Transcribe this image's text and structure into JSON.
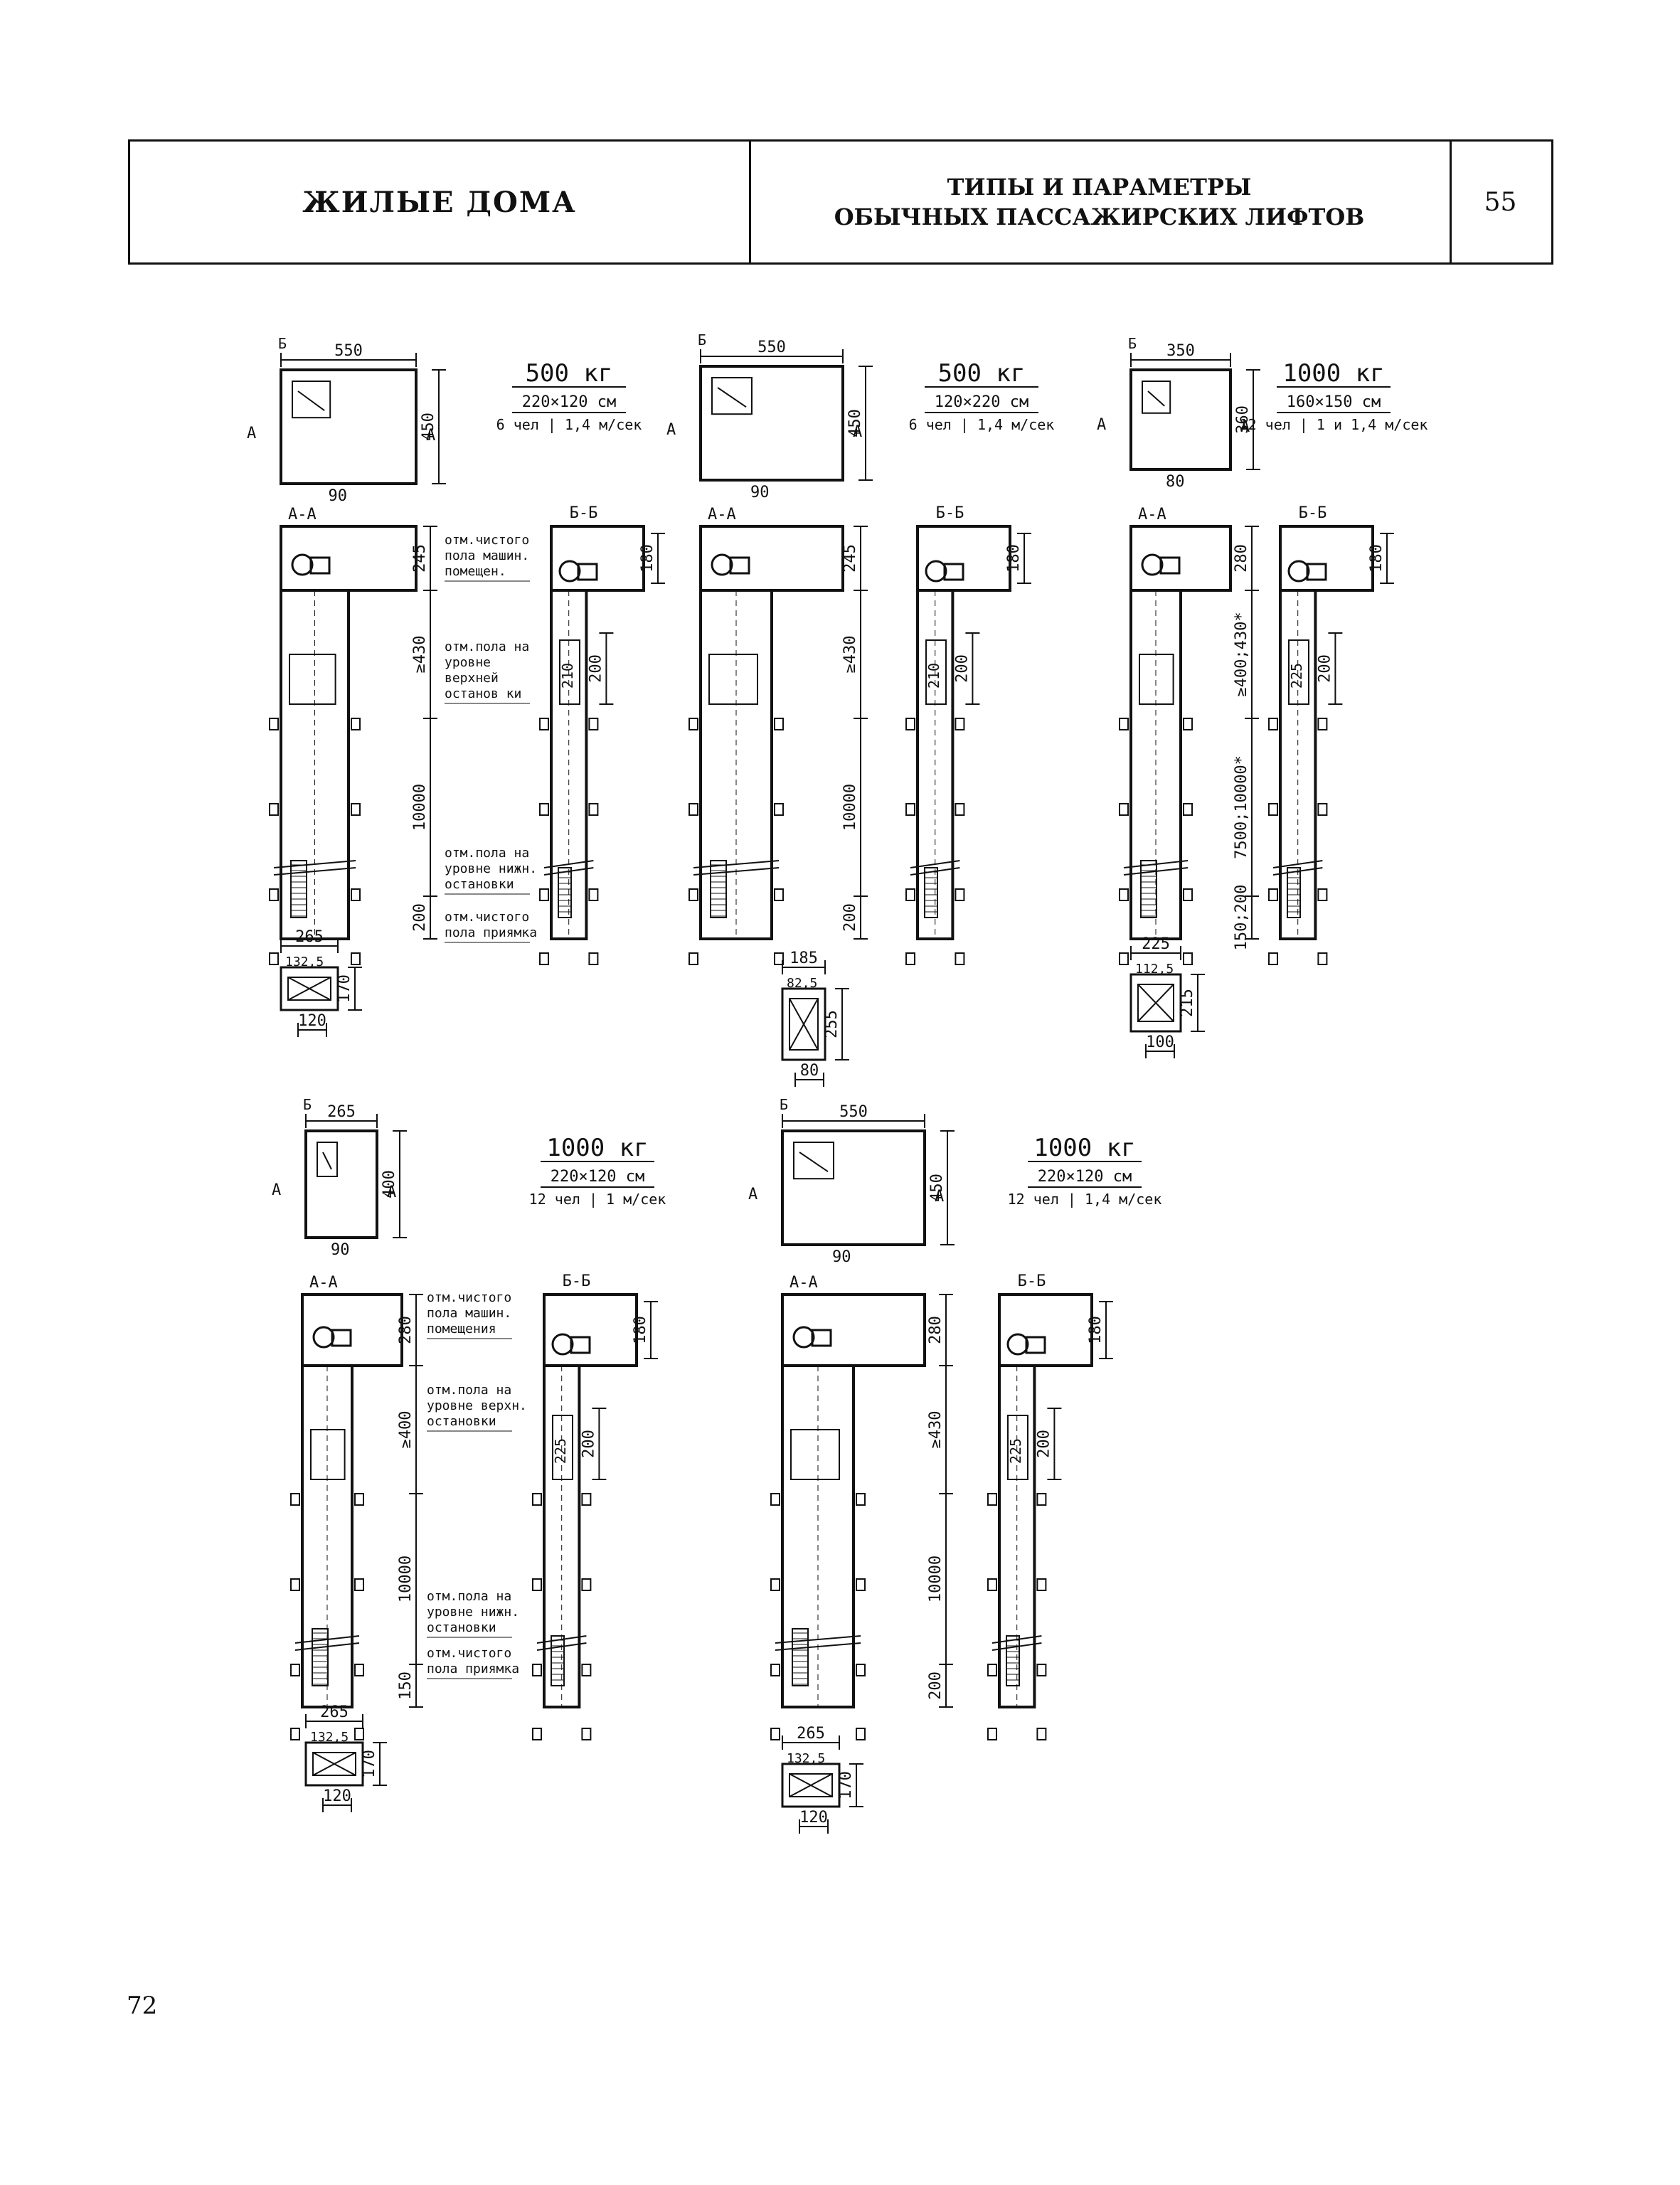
{
  "header": {
    "section": "ЖИЛЫЕ ДОМА",
    "title_line1": "ТИПЫ И ПАРАМЕТРЫ",
    "title_line2": "ОБЫЧНЫХ ПАССАЖИРСКИХ ЛИФТОВ",
    "sheet_number": "55"
  },
  "page_number": "72",
  "lifts": [
    {
      "capacity": "500 кг",
      "cabin": "220×120 см",
      "spec": "6 чел | 1,4 м/сек",
      "plan": {
        "width": "550",
        "depth": "450",
        "offset": "90"
      },
      "section_aa": {
        "label": "А-А",
        "machine_room": "245",
        "top": "≥430",
        "travel": "10000",
        "pit": "200"
      },
      "section_bb": {
        "label": "Б-Б",
        "top": "180",
        "door": "210",
        "door2": "200"
      },
      "car": {
        "width": "265",
        "half": "132,5",
        "depth": "170",
        "door": "120"
      },
      "notes": [
        "отм.чистого пола машин. помещен.",
        "отм.пола на уровне верхней останов ки",
        "отм.пола на уровне нижн. остановки",
        "отм.чистого пола приямка"
      ]
    },
    {
      "capacity": "500 кг",
      "cabin": "120×220 см",
      "spec": "6 чел | 1,4 м/сек",
      "plan": {
        "width": "550",
        "depth": "450",
        "offset": "90"
      },
      "section_aa": {
        "label": "А-А",
        "machine_room": "245",
        "top": "≥430",
        "travel": "10000",
        "pit": "200"
      },
      "section_bb": {
        "label": "Б-Б",
        "top": "180",
        "door": "210",
        "door2": "200"
      },
      "car": {
        "width": "185",
        "half": "82,5",
        "depth": "255",
        "door": "80"
      }
    },
    {
      "capacity": "1000 кг",
      "cabin": "160×150 см",
      "spec": "12 чел | 1 и 1,4 м/сек",
      "plan": {
        "width": "350",
        "depth": "360",
        "offset": "80"
      },
      "section_aa": {
        "label": "А-А",
        "machine_room": "280",
        "top": "≥400;430*",
        "travel": "7500;10000*",
        "pit": "150;200"
      },
      "section_bb": {
        "label": "Б-Б",
        "top": "180",
        "door": "225",
        "door2": "200"
      },
      "car": {
        "width": "225",
        "half": "112,5",
        "depth": "215",
        "door": "100"
      }
    },
    {
      "capacity": "1000 кг",
      "cabin": "220×120 см",
      "spec": "12 чел | 1 м/сек",
      "plan": {
        "width": "265",
        "depth": "400",
        "offset": "90"
      },
      "section_aa": {
        "label": "А-А",
        "machine_room": "280",
        "top": "≥400",
        "travel": "10000",
        "pit": "150"
      },
      "section_bb": {
        "label": "Б-Б",
        "top": "180",
        "door": "225",
        "door2": "200"
      },
      "car": {
        "width": "265",
        "half": "132,5",
        "depth": "170",
        "door": "120"
      },
      "notes": [
        "отм.чистого пола машин. помещения",
        "отм.пола на уровне верхн. остановки",
        "отм.пола на уровне нижн. остановки",
        "отм.чистого пола приямка"
      ]
    },
    {
      "capacity": "1000 кг",
      "cabin": "220×120 см",
      "spec": "12 чел | 1,4 м/сек",
      "plan": {
        "width": "550",
        "depth": "450",
        "offset": "90"
      },
      "section_aa": {
        "label": "А-А",
        "machine_room": "280",
        "top": "≥430",
        "travel": "10000",
        "pit": "200"
      },
      "section_bb": {
        "label": "Б-Б",
        "top": "180",
        "door": "225",
        "door2": "200"
      },
      "car": {
        "width": "265",
        "half": "132,5",
        "depth": "170",
        "door": "120"
      }
    }
  ],
  "marks": {
    "section_a": "А",
    "section_b": "Б"
  }
}
